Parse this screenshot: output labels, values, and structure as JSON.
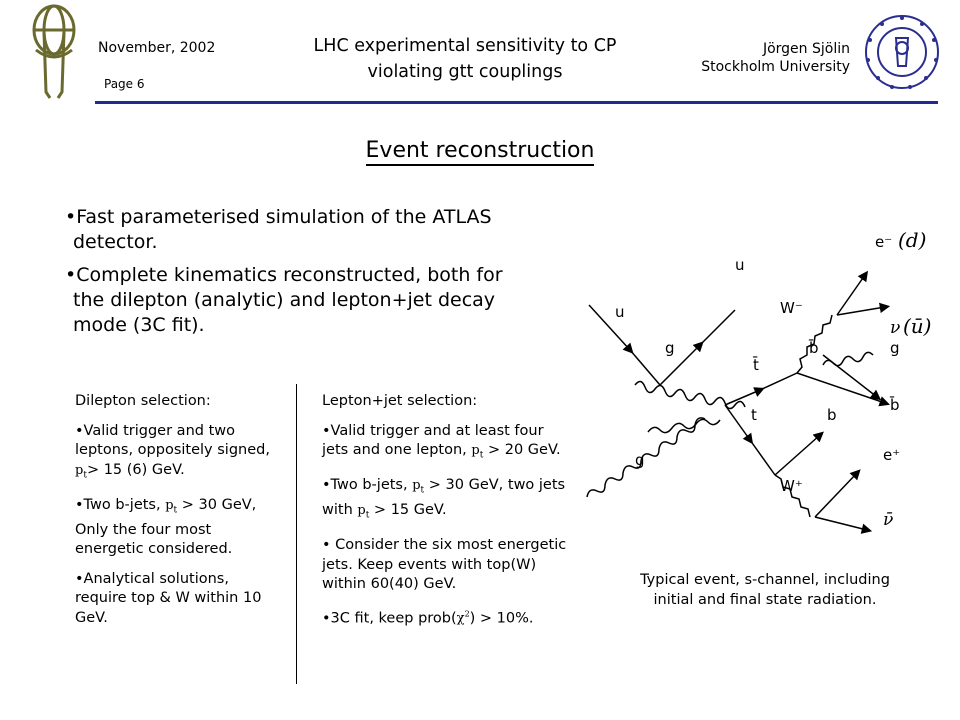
{
  "header": {
    "date": "November, 2002",
    "page": "Page 6",
    "title_line1": "LHC experimental sensitivity to CP",
    "title_line2": "violating gtt  couplings",
    "author": "Jörgen Sjölin",
    "affiliation": "Stockholm University"
  },
  "slide": {
    "title": "Event reconstruction",
    "bullets": [
      "•Fast parameterised simulation of the ATLAS detector.",
      "•Complete kinematics reconstructed, both for the dilepton (analytic) and lepton+jet decay mode (3C fit)."
    ]
  },
  "dilepton": {
    "heading": "Dilepton selection:",
    "item1_a": "•Valid trigger and two leptons, oppositely signed, ",
    "item1_b": "> 15 (6) GeV.",
    "item2_a": "•Two b-jets, ",
    "item2_b": " > 30 GeV, Only the four most energetic considered.",
    "item3": "•Analytical solutions, require top & W within 10 GeV."
  },
  "leptonjet": {
    "heading": "Lepton+jet selection:",
    "item1_a": "•Valid trigger and at least four jets and one lepton, ",
    "item1_b": " > 20 GeV.",
    "item2_a": "•Two b-jets, ",
    "item2_b": " > 30 GeV, two jets with ",
    "item2_c": " > 15 GeV.",
    "item3": "• Consider the six most energetic jets. Keep events with top(W) within 60(40) GeV.",
    "item4_a": "•3C fit, keep prob(",
    "item4_b": ") > 10%."
  },
  "symbols": {
    "p": "p",
    "t": "t",
    "chi": "χ",
    "two": "2"
  },
  "diagram": {
    "labels": {
      "u_in": "u",
      "u_out": "u",
      "g1": "g",
      "g2": "g",
      "tbar": "t̄",
      "t": "t",
      "Wminus": "W⁻",
      "Wplus": "W⁺",
      "bbar_top": "b̄",
      "b": "b",
      "g_rad": "g",
      "bbar_right": "b̄",
      "e_minus": "e⁻",
      "d_paren": "(d)",
      "nu": "ν",
      "ubar_paren": "(ū)",
      "e_plus": "e⁺",
      "nubar": "ν̄"
    },
    "caption": "Typical event, s-channel, including initial and final state radiation."
  },
  "colors": {
    "rule": "#232a8f",
    "logo": "#6b6a2e",
    "seal": "#2a2f8f"
  }
}
